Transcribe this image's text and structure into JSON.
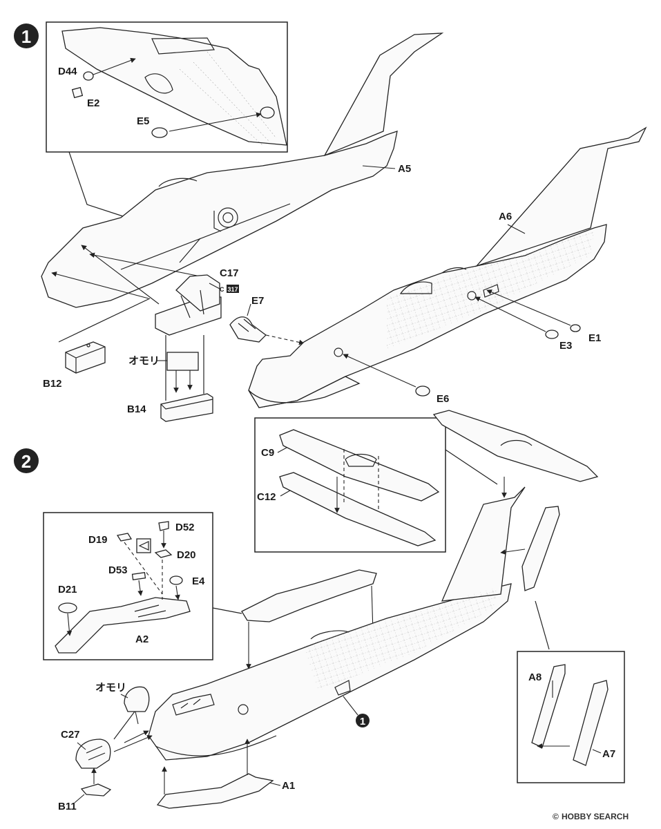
{
  "steps": [
    {
      "number": "1",
      "parts": [
        "D44",
        "E2",
        "E5",
        "A5",
        "A6",
        "C17",
        "E7",
        "E1",
        "E3",
        "E6",
        "B12",
        "B14"
      ],
      "weight_label": "オモリ",
      "paint_code": "317"
    },
    {
      "number": "2",
      "parts": [
        "C9",
        "C12",
        "D52",
        "D19",
        "D20",
        "D53",
        "E4",
        "D21",
        "A2",
        "A8",
        "A7",
        "C27",
        "B11",
        "A1"
      ],
      "weight_label": "オモリ",
      "subassembly_ref": "1"
    }
  ],
  "watermark": {
    "brand": "HOBBY SEARCH",
    "symbol": "©"
  },
  "colors": {
    "ink": "#222222",
    "paint_code_bg": "#222222",
    "weight_fill": "#bdbdbd"
  }
}
